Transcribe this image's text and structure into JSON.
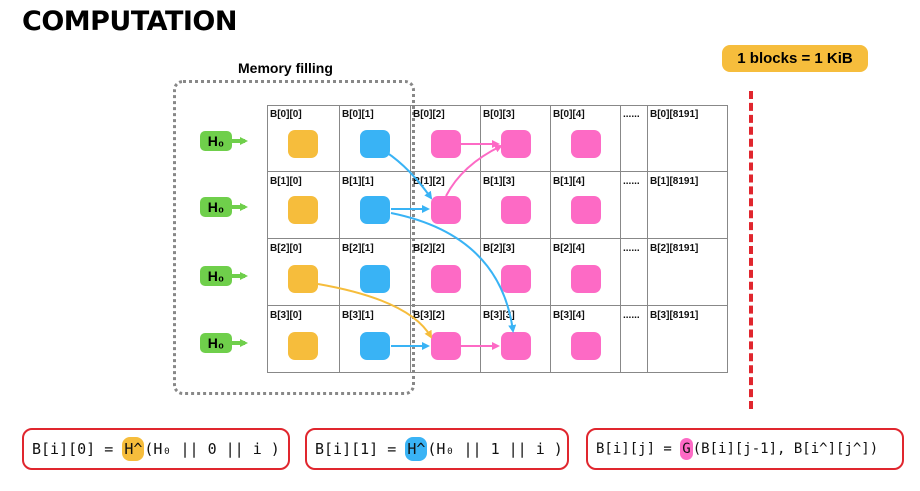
{
  "title": "COMPUTATION",
  "badge": "1 blocks = 1 KiB",
  "memory_label": "Memory filling",
  "h_label": "H₀",
  "rows": [
    {
      "labels": [
        "B[0][0]",
        "B[0][1]",
        "B[0][2]",
        "B[0][3]",
        "B[0][4]",
        "......",
        "B[0][8191]"
      ]
    },
    {
      "labels": [
        "B[1][0]",
        "B[1][1]",
        "B[1][2]",
        "B[1][3]",
        "B[1][4]",
        "......",
        "B[1][8191]"
      ]
    },
    {
      "labels": [
        "B[2][0]",
        "B[2][1]",
        "B[2][2]",
        "B[2][3]",
        "B[2][4]",
        "......",
        "B[2][8191]"
      ]
    },
    {
      "labels": [
        "B[3][0]",
        "B[3][1]",
        "B[3][2]",
        "B[3][3]",
        "B[3][4]",
        "......",
        "B[3][8191]"
      ]
    }
  ],
  "formulas": {
    "f1": {
      "pre": "B[i][0] = ",
      "hl": "H^",
      "post": "(H₀ || 0 || i )"
    },
    "f2": {
      "pre": "B[i][1] = ",
      "hl": "H^",
      "post": "(H₀ || 1 || i )"
    },
    "f3": {
      "pre": "B[i][j] = ",
      "hl": "G",
      "post": "(B[i][j-1], B[i^][j^])"
    }
  },
  "colors": {
    "yellow": "#f6bd3c",
    "blue": "#39b3f5",
    "pink": "#fd6ac5",
    "green": "#6fcf4b",
    "red": "#e0262e"
  }
}
